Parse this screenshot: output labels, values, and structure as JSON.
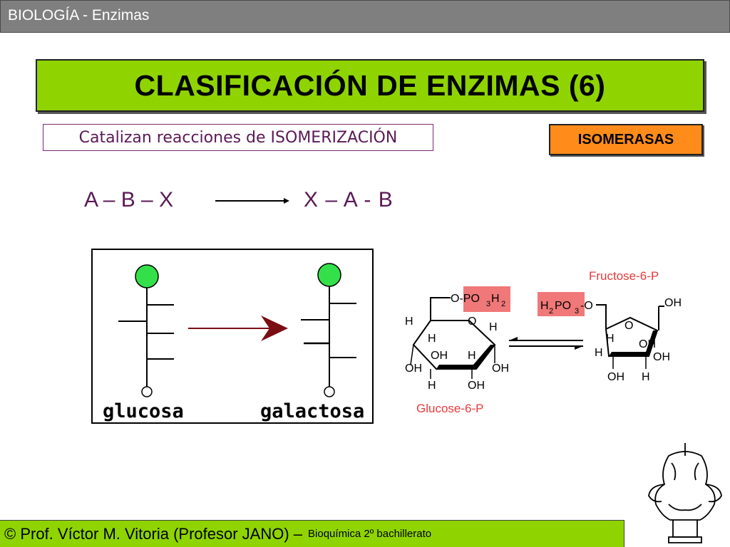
{
  "header": {
    "text": "BIOLOGÍA - Enzimas"
  },
  "title": {
    "text": "CLASIFICACIÓN DE ENZIMAS (6)"
  },
  "subtitle": {
    "text": "Catalizan reacciones de ISOMERIZACIÓN"
  },
  "badge": {
    "text": "ISOMERASAS"
  },
  "equation": {
    "left": "A – B – X",
    "right": "X – A - B"
  },
  "panel": {
    "left_label": "glucosa",
    "right_label": "galactosa"
  },
  "chemistry": {
    "fructose_label": "Fructose-6-P",
    "glucose_label": "Glucose-6-P",
    "glucose_group": "O-PO3H2",
    "fructose_group": "H2PO3-O",
    "atoms": {
      "H": "H",
      "O": "O",
      "OH": "OH"
    }
  },
  "footer": {
    "main": "© Prof. Víctor M. Vitoria (Profesor JANO) –",
    "sub": "Bioquímica 2º bachillerato"
  },
  "colors": {
    "green": "#8fd400",
    "orange": "#ff8c1a",
    "purple_text": "#5a1a55",
    "red_label": "#e8393a",
    "pink_box": "#f07878",
    "dark_red_arrow": "#7a0e12",
    "node_green": "#33e04a"
  }
}
